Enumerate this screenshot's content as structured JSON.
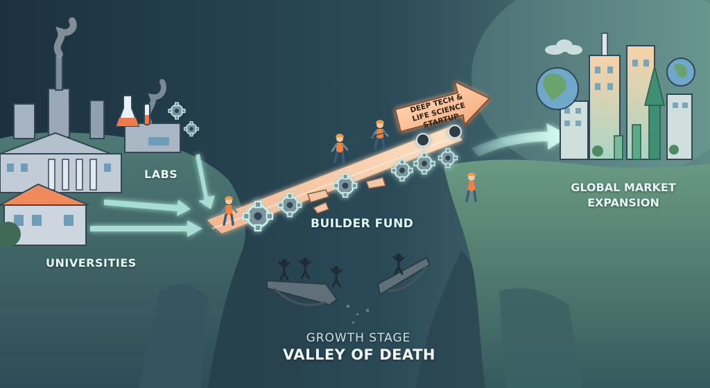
{
  "labels": {
    "labs": "LABS",
    "universities": "UNIVERSITIES",
    "builder_fund": "BUILDER FUND",
    "global_market": "GLOBAL MARKET EXPANSION",
    "growth_stage": "GROWTH STAGE",
    "valley_of_death": "VALLEY OF DEATH",
    "startup_line1": "DEEP TECH &",
    "startup_line2": "LIFE SCIENCE",
    "startup_line3": "STARTUP"
  },
  "colors": {
    "background": "#1f3541",
    "accent_orange": "#f08a5d",
    "glow_mint": "#b9f2e6",
    "cliff": "#3b5a64",
    "building": "#9aa8b8"
  },
  "icons": [
    "factory-icon",
    "lab-flask-icon",
    "university-icon",
    "gear-icon",
    "worker-icon",
    "globe-icon",
    "city-icon",
    "growth-arrow-icon",
    "broken-bridge-icon"
  ]
}
